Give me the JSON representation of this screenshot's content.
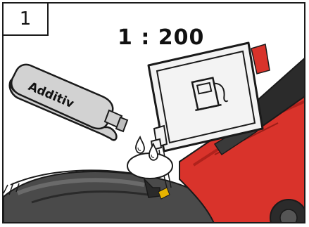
{
  "step": {
    "number": "1"
  },
  "mix_ratio": {
    "text": "1 : 200"
  },
  "bottle": {
    "label": "Additiv"
  },
  "icons": {
    "fuel": "fuel-pump-icon",
    "droplets": "droplet-icon"
  },
  "colors": {
    "mower_red": "#d9332b",
    "mower_dark": "#3a3a3a",
    "outline": "#1a1a1a",
    "bottle_grey": "#cfcfcf",
    "can_grey": "#f3f3f3"
  }
}
